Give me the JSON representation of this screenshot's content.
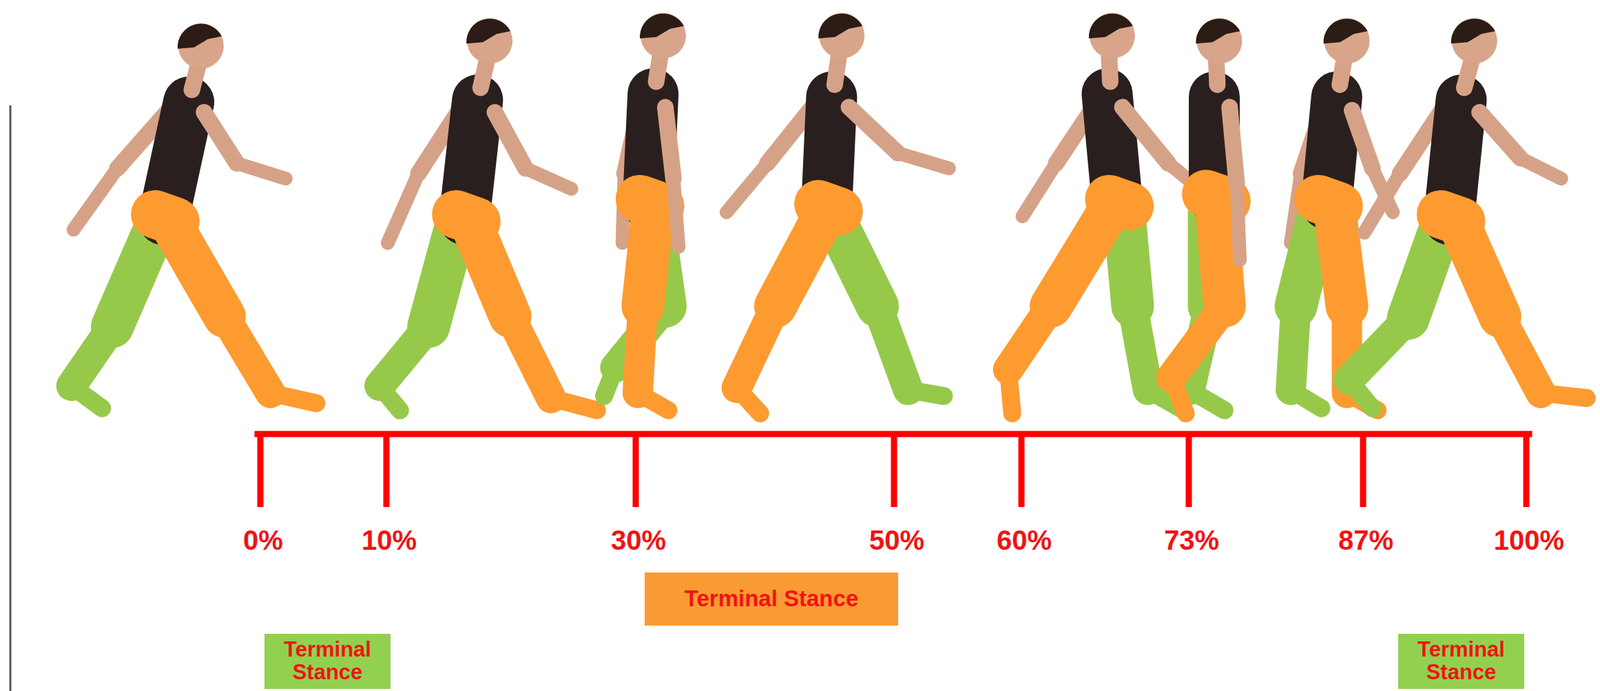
{
  "diagram": {
    "nodes": [
      {
        "text": [
          "Terminal Stance"
        ]
      },
      {
        "text": [
          "Terminal Stance"
        ]
      },
      {
        "text": [
          "Terminal Stance"
        ]
      }
    ],
    "labels": [
      "0%",
      "10%",
      "30%",
      "50%",
      "60%",
      "73%",
      "87%",
      "100%"
    ]
  }
}
